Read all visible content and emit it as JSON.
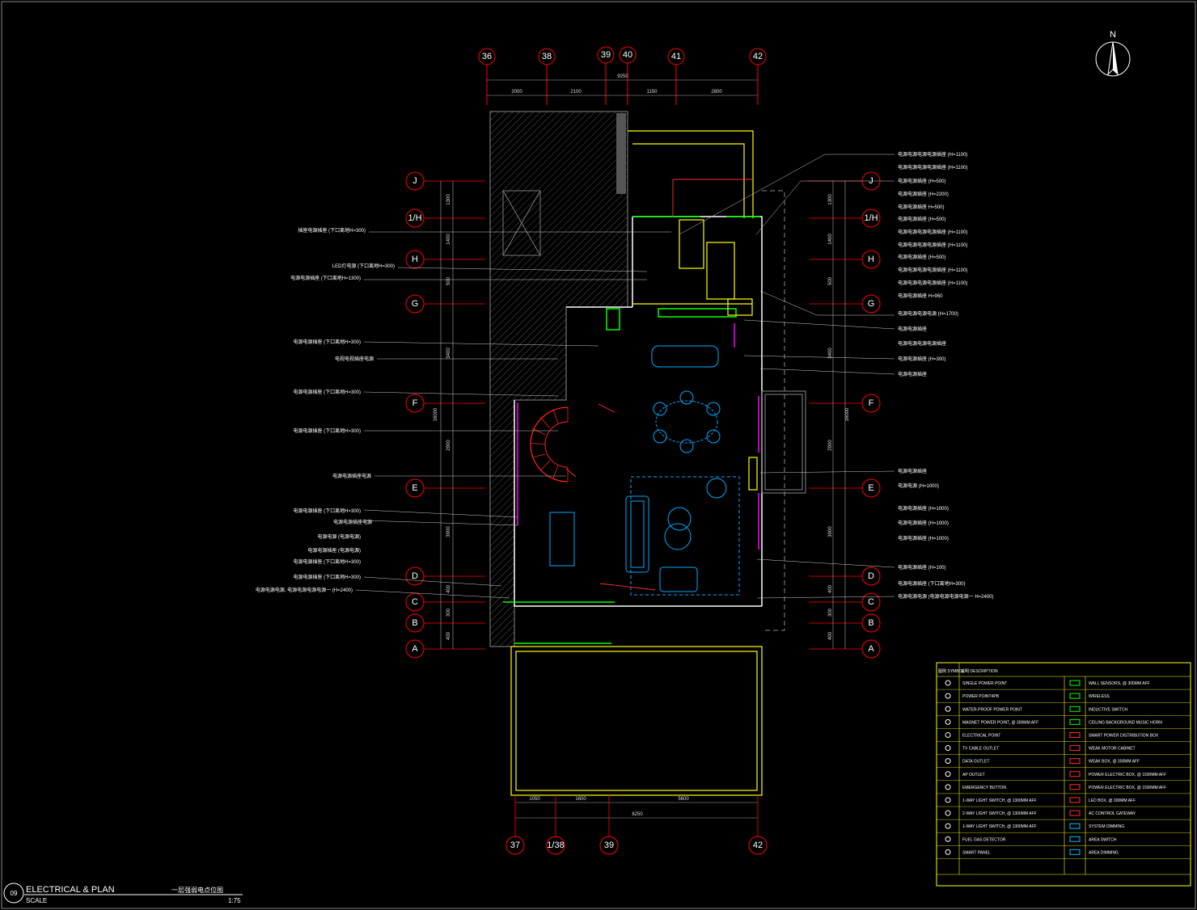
{
  "grid_top": [
    "36",
    "38",
    "39",
    "40",
    "41",
    "42"
  ],
  "grid_bottom": [
    "37",
    "1/38",
    "39",
    "42"
  ],
  "grid_rows": [
    "J",
    "1/H",
    "H",
    "G",
    "F",
    "E",
    "D",
    "C",
    "B",
    "A"
  ],
  "dims_top": [
    "2000",
    "2100",
    "1150",
    "2800"
  ],
  "dim_top_overall": "9250",
  "dims_bottom": [
    "1050",
    "1600",
    "5600"
  ],
  "dim_bottom_overall": "8250",
  "dims_side": [
    "1300",
    "1400",
    "500",
    "3400",
    "2900",
    "3900",
    "400",
    "300",
    "400"
  ],
  "dim_side_overall": "16000",
  "north_label": "N",
  "left_notes": [
    "插座电源插座 (下口离地H=300)",
    "LED灯电源 (下口离地H=300)",
    "电源电源插座 (下口离地H=1300)",
    "电源电源插座 (下口离地H=300)",
    "电视电视插座电源",
    "电源电源插座 (下口离地H=300)",
    "电源电源插座 (下口离地H=300)",
    "电源电源插座电源",
    "电源电源插座 (下口离地H=300)",
    "电源电源插座电源",
    "电源电源 (电源电源)",
    "电源电源插座 (电源电源)",
    "电源电源插座 (下口离地H=300)",
    "电源电源插座 (下口离地H=300)",
    "电源电源电源, 电源电源电源电源一 (H=2400)"
  ],
  "right_notes": [
    "电源电源电源电源插座 (H=1100)",
    "电源电源电源电源插座 (H=1100)",
    "电源电源插座 (H=500)",
    "电源电源插座 (H=2200)",
    "电源电源插座 H=500)",
    "电源电源插座 (H=500)",
    "电源电源电源电源插座 (H=1100)",
    "电源电源电源电源插座 (H=1100)",
    "电源电源插座 (H=500)",
    "电源电源电源电源插座 (H=1100)",
    "电源电源电源电源插座 (H=1100)",
    "电源电源插座 H=950",
    "电源电源电源电源 (H=1700)",
    "电源电源插座",
    "电源电源电源电源插座",
    "电源电源插座 (H=300)",
    "电源电源插座",
    "电源电源插座",
    "电源电源 (H=1000)",
    "电源电源插座 (H=1000)",
    "电源电源插座 (H=1000)",
    "电源电源插座 (H=1000)",
    "电源电源插座 (H=100)",
    "电源电源插座 (下口离地H=300)",
    "电源电源电源 (电源电源电源电源一 H=2400)"
  ],
  "legend": {
    "header_symbol": "图例 SYMBOL",
    "header_desc": "说明 DESCRIPTION",
    "left": [
      "SINGLE POWER POINT",
      "POWER POINT4PB",
      "WATER-PROOF POWER POINT",
      "MAGNET POWER POINT, @ 300MM AFF",
      "ELECTRICAL POINT",
      "TV CABLE OUTLET",
      "DATA OUTLET",
      "AP OUTLET",
      "EMERGENCY BUTTON",
      "1-WAY LIGHT SWITCH, @ 1300MM AFF",
      "2-WAY LIGHT SWITCH, @ 1300MM AFF",
      "1-WAY LIGHT SWITCH, @ 1300MM AFF",
      "FUEL GAS DETECTOR",
      "SMART PANEL"
    ],
    "right": [
      "WALL SENSORS, @ 300MM AFF",
      "WIRELESS",
      "INDUCTIVE SWITCH",
      "CEILING BACKGROUND MUSIC HORN",
      "SMART POWER DISTRIBUTION BOX",
      "WEAK MOTOR CABINET",
      "WEAK BOX, @ 300MM AFF",
      "POWER ELECTRIC BOX, @ 1500MM AFF",
      "POWER ELECTRIC BOX, @ 1500MM AFF",
      "LED BOX, @ 300MM AFF",
      "AC CONTROL GATEWAY",
      "SYSTEM DIMMING",
      "AREA SWITCH",
      "AREA DIMMING"
    ]
  },
  "title_block": {
    "number": "09",
    "title": "ELECTRICAL & PLAN",
    "cn_title": "一层强弱电点位图",
    "scale_label": "SCALE",
    "scale_value": "1:75"
  },
  "colors": {
    "grid_line": "#ff0000",
    "wall": "#ffff00",
    "furniture": "#00aaff",
    "stair": "#ff2020",
    "green": "#00ff00",
    "magenta": "#ff00ff"
  }
}
